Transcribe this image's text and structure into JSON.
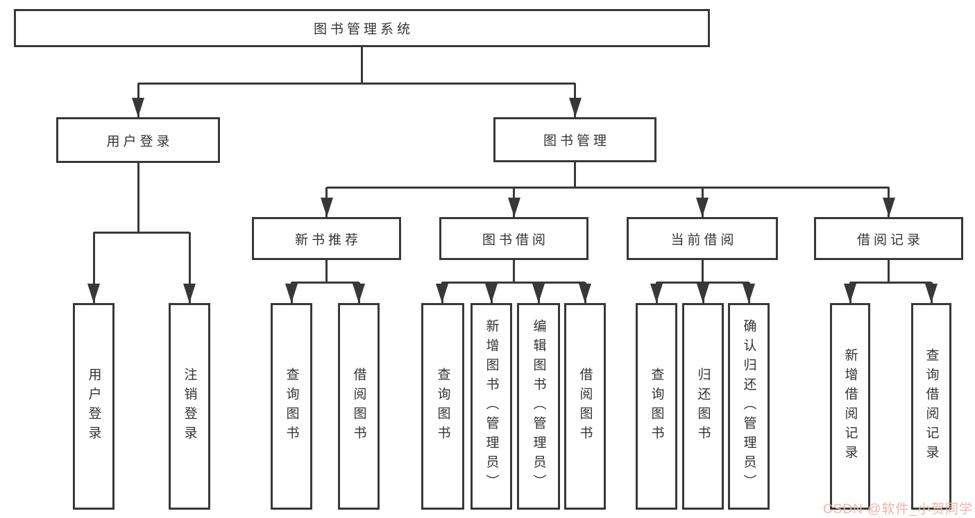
{
  "diagram": {
    "title": "图书管理系统",
    "root": {
      "label": "图书管理系统"
    },
    "groups": [
      {
        "label": "用户登录"
      },
      {
        "label": "图书管理"
      }
    ],
    "modules": [
      {
        "label": "新书推荐"
      },
      {
        "label": "图书借阅"
      },
      {
        "label": "当前借阅"
      },
      {
        "label": "借阅记录"
      }
    ],
    "leaves": [
      {
        "label": "用户登录",
        "parent": "用户登录"
      },
      {
        "label": "注销登录",
        "parent": "用户登录"
      },
      {
        "label": "查询图书",
        "parent": "新书推荐"
      },
      {
        "label": "借阅图书",
        "parent": "新书推荐"
      },
      {
        "label": "查询图书",
        "parent": "图书借阅"
      },
      {
        "label": "新增图书（管理员）",
        "parent": "图书借阅"
      },
      {
        "label": "编辑图书（管理员）",
        "parent": "图书借阅"
      },
      {
        "label": "借阅图书",
        "parent": "图书借阅"
      },
      {
        "label": "查询图书",
        "parent": "当前借阅"
      },
      {
        "label": "归还图书",
        "parent": "当前借阅"
      },
      {
        "label": "确认归还（管理员）",
        "parent": "当前借阅"
      },
      {
        "label": "新增借阅记录",
        "parent": "借阅记录"
      },
      {
        "label": "查询借阅记录",
        "parent": "借阅记录"
      }
    ]
  },
  "watermark": {
    "text": "CSDN @软件_小贺同学"
  },
  "colors": {
    "line": "#383838",
    "box_border": "#383838",
    "box_fill": "#ffffff",
    "text": "#333333",
    "watermark": "#f0b4a8",
    "background": "#ffffff"
  }
}
